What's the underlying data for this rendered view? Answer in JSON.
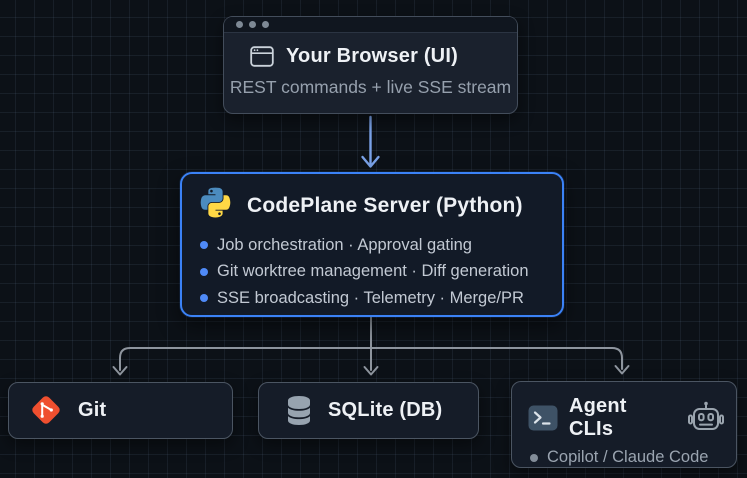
{
  "diagram": {
    "nodes": {
      "browser": {
        "title": "Your Browser (UI)",
        "subtitle": "REST commands + live SSE stream",
        "icon": "browser-window-icon",
        "window_dots": 3
      },
      "server": {
        "title": "CodePlane Server (Python)",
        "icon": "python-logo-icon",
        "bullets": [
          "Job orchestration · Approval gating",
          "Git worktree management · Diff generation",
          "SSE broadcasting · Telemetry · Merge/PR"
        ]
      },
      "git": {
        "title": "Git",
        "icon": "git-logo-icon"
      },
      "sqlite": {
        "title": "SQLite (DB)",
        "icon": "database-icon"
      },
      "agent_clis": {
        "title": "Agent CLIs",
        "icon": "terminal-icon",
        "secondary_icon": "robot-icon",
        "bullet": "Copilot / Claude Code"
      }
    },
    "edges": [
      {
        "from": "browser",
        "to": "server",
        "style": "arrow",
        "color": "#7aa2e8"
      },
      {
        "from": "server",
        "to": "git",
        "style": "arrow",
        "color": "#8e959e"
      },
      {
        "from": "server",
        "to": "sqlite",
        "style": "arrow",
        "color": "#8e959e"
      },
      {
        "from": "server",
        "to": "agent_clis",
        "style": "arrow",
        "color": "#8e959e"
      }
    ],
    "colors": {
      "background": "#0c1117",
      "grid_line": "#1d2532",
      "node_background": "#151c28",
      "node_border": "#4b5562",
      "server_border": "#3b82f6",
      "title_text": "#eef1f5",
      "muted_text": "#96a0ad",
      "bullet_text": "#c2c9d3",
      "bullet_dot": "#4f8af7",
      "git_brand": "#ef4f2f",
      "python_blue": "#4b8bbe",
      "python_yellow": "#ffd845"
    }
  }
}
